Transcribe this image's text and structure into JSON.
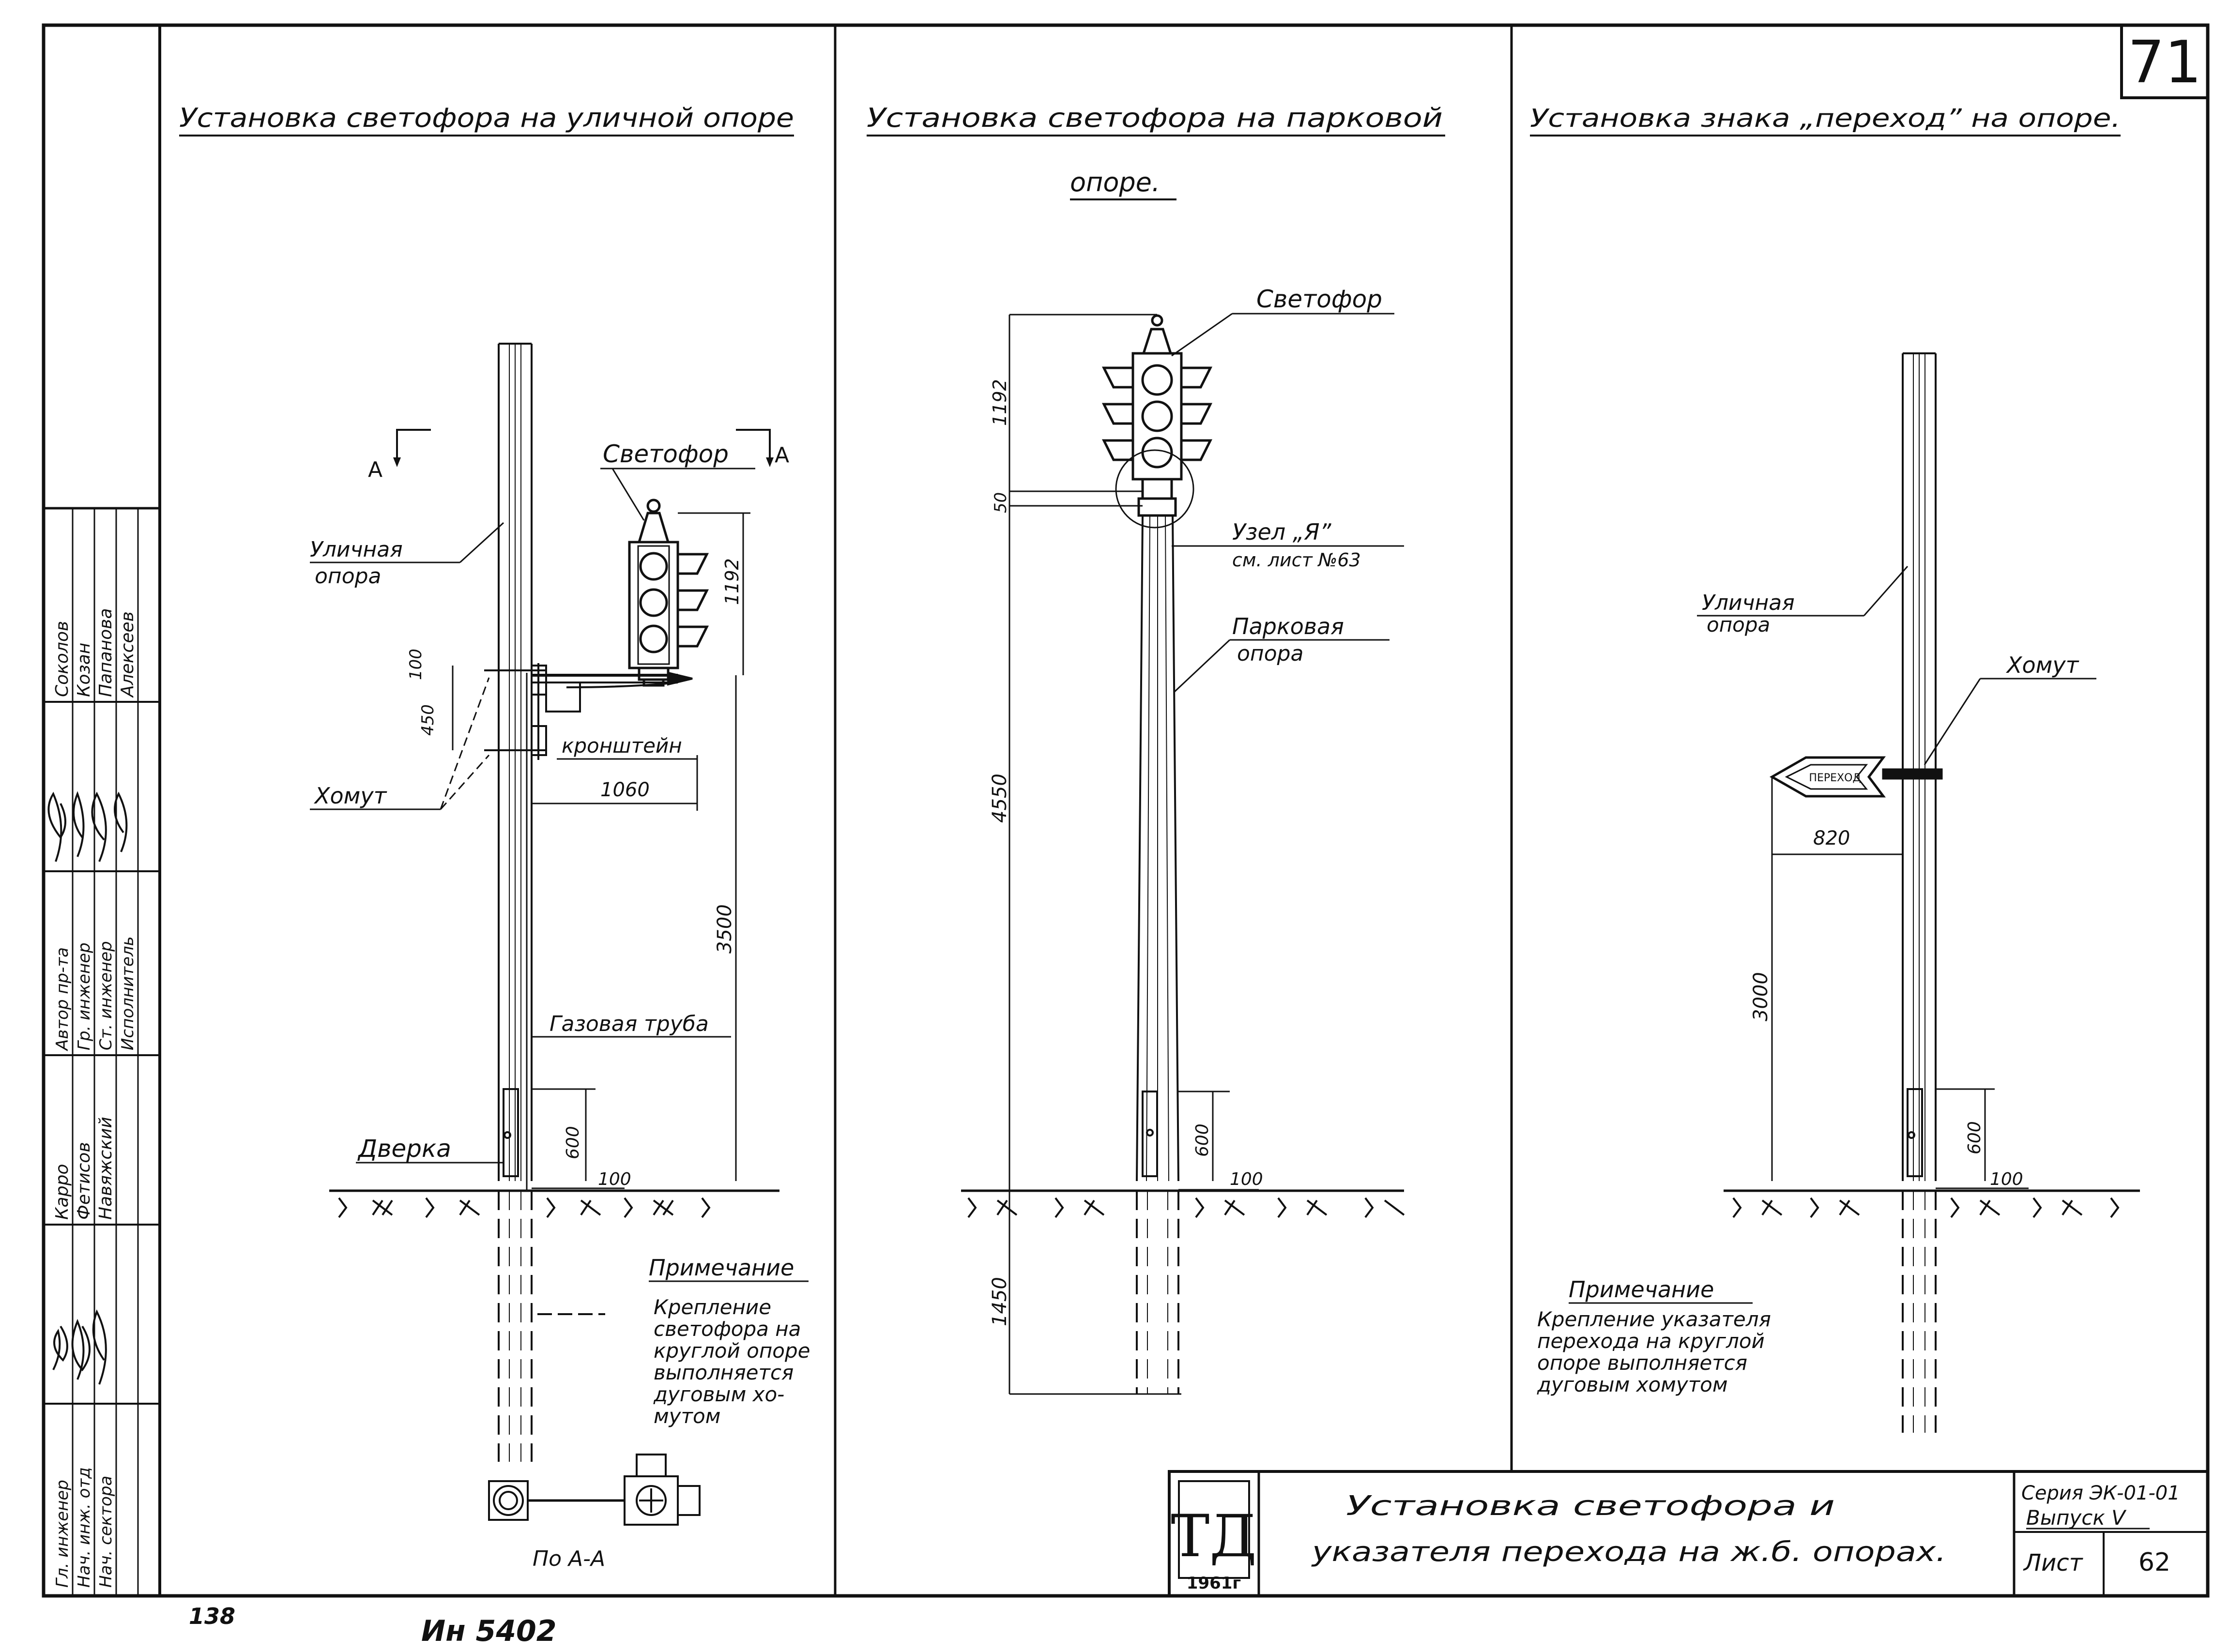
{
  "sheet": {
    "number": "71",
    "footer_left": "138",
    "footer_inv": "Ин 5402"
  },
  "panel1": {
    "title": "Установка светофора на уличной опоре",
    "section_mark": "А",
    "labels": {
      "traffic_light": "Светофор",
      "street_pole_1": "Уличная",
      "street_pole_2": "опора",
      "clamp": "Хомут",
      "bracket": "кронштейн",
      "gas_pipe": "Газовая труба",
      "door": "Дверка",
      "view": "По А-А"
    },
    "dims": {
      "d1192": "1192",
      "d100a": "100",
      "d450": "450",
      "d1060": "1060",
      "d3500": "3500",
      "d600": "600",
      "d100b": "100"
    },
    "note": {
      "title": "Примечание",
      "lines": [
        "Крепление",
        "светофора на",
        "круглой опоре",
        "выполняется",
        "дуговым хо-",
        "мутом"
      ]
    }
  },
  "panel2": {
    "title_1": "Установка светофора на парковой",
    "title_2": "опоре.",
    "labels": {
      "traffic_light": "Светофор",
      "node": "Узел „Я”",
      "node_ref": "см. лист №63",
      "park_pole_1": "Парковая",
      "park_pole_2": "опора"
    },
    "dims": {
      "d1192": "1192",
      "d50": "50",
      "d4550": "4550",
      "d600": "600",
      "d100": "100",
      "d1450": "1450"
    }
  },
  "panel3": {
    "title": "Установка знака „переход” на опоре.",
    "labels": {
      "street_pole_1": "Уличная",
      "street_pole_2": "опора",
      "clamp": "Хомут",
      "sign_text": "ПЕРЕХОД"
    },
    "dims": {
      "d820": "820",
      "d3000": "3000",
      "d600": "600",
      "d100": "100"
    },
    "note": {
      "title": "Примечание",
      "lines": [
        "Крепление указателя",
        "перехода на круглой",
        "опоре выполняется",
        "дуговым хомутом"
      ]
    }
  },
  "stamp_column": {
    "positions": [
      "Гл. инженер",
      "Нач. инж. отд",
      "Нач. сектора",
      "Автор пр-та",
      "Гр. инженер",
      "Ст. инженер",
      "Исполнитель"
    ],
    "names": [
      "Карро",
      "Фетисов",
      "Навяжский",
      "Соколов",
      "Козан",
      "Папанова",
      "Алексеев"
    ]
  },
  "title_block": {
    "logo": "ТД",
    "year": "1961г",
    "title_1": "Установка светофора и",
    "title_2": "указателя перехода на ж.б. опорах.",
    "series": "Серия ЭК-01-01",
    "issue": "Выпуск V",
    "sheet_label": "Лист",
    "sheet_no": "62"
  }
}
